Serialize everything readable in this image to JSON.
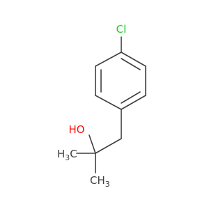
{
  "molecule": {
    "atoms": {
      "chlorine": {
        "text": "Cl",
        "color": "#1fd01f"
      },
      "hydroxyl": {
        "text": "HO",
        "color": "#ff0d0d"
      },
      "methyl_left": {
        "main": "H",
        "sub": "3",
        "tail": "C"
      },
      "methyl_bottom": {
        "main": "CH",
        "sub": "3"
      }
    },
    "bond_color": "#3f3f3f",
    "text_color": "#3f3f3f"
  }
}
